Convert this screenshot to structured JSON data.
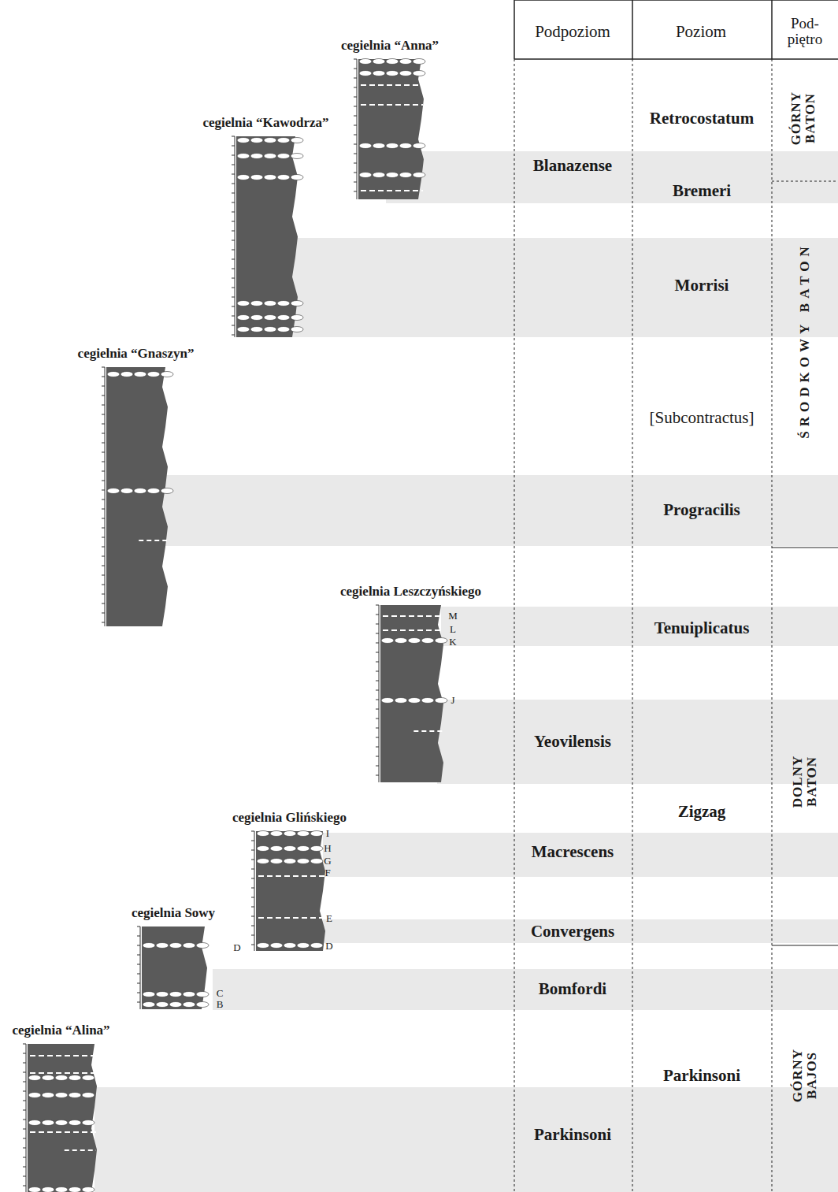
{
  "diagram": {
    "nodes": [
      {
        "text": [
          "cegielnia “Anna”"
        ]
      },
      {
        "text": [
          "cegielnia “Kawodrza”"
        ]
      },
      {
        "text": [
          "cegielnia “Gnaszyn”"
        ]
      },
      {
        "text": [
          "cegielnia Leszczyńskiego"
        ]
      },
      {
        "text": [
          "cegielnia Glińskiego"
        ]
      },
      {
        "text": [
          "cegielnia Sowy"
        ]
      },
      {
        "text": [
          "cegielnia “Alina”"
        ]
      }
    ],
    "labels": [
      "Podpoziom",
      "Poziom",
      "Pod- piętro",
      "Blanazense",
      "Yeovilensis",
      "Macrescens",
      "Convergens",
      "Bomfordi",
      "Parkinsoni",
      "Retrocostatum",
      "Bremeri",
      "Morrisi",
      "[Subcontractus]",
      "Progracilis",
      "Tenuiplicatus",
      "Zigzag",
      "Parkinsoni",
      "GÓRNY BATON",
      "ŚRODKOWY BATON",
      "DOLNY BATON",
      "GÓRNY BAJOS",
      "M",
      "L",
      "K",
      "J",
      "I",
      "H",
      "G",
      "F",
      "E",
      "D",
      "D",
      "C",
      "B"
    ]
  }
}
